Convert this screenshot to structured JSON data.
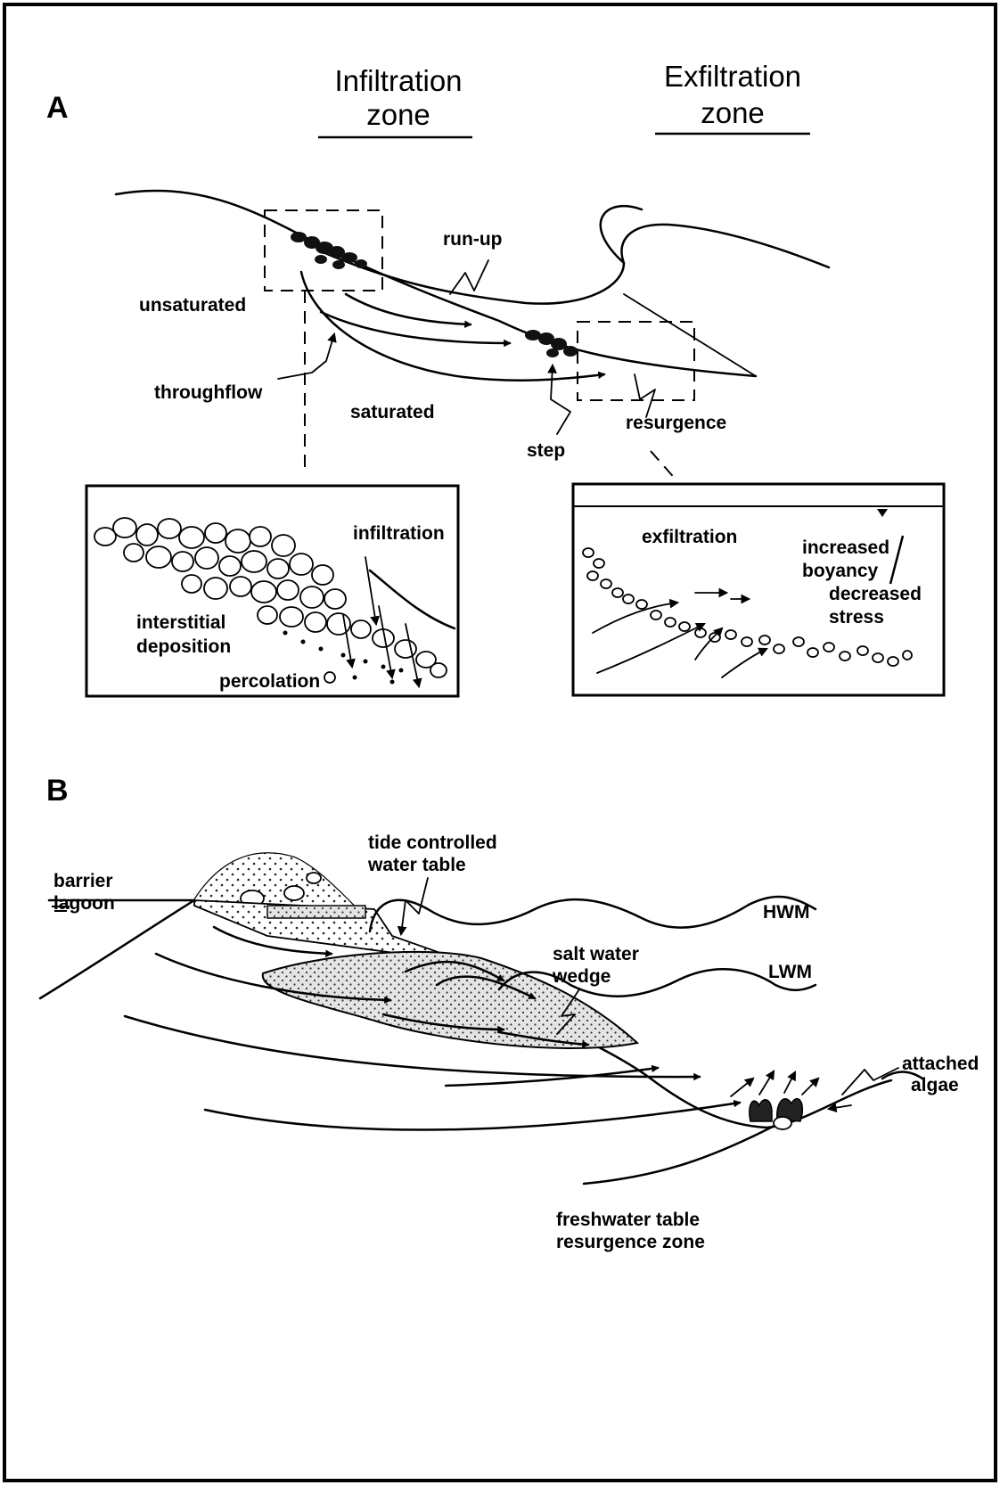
{
  "panel_a": {
    "letter": "A",
    "infiltration_heading": [
      "Infiltration",
      "zone"
    ],
    "exfiltration_heading": [
      "Exfiltration",
      "zone"
    ],
    "labels": {
      "run_up": "run-up",
      "unsaturated": "unsaturated",
      "throughflow": "throughflow",
      "saturated": "saturated",
      "step": "step",
      "resurgence": "resurgence"
    },
    "inset_left": {
      "infiltration": "infiltration",
      "interstitial_deposition": [
        "interstitial",
        "deposition"
      ],
      "percolation": "percolation"
    },
    "inset_right": {
      "exfiltration": "exfiltration",
      "increased_boyancy": [
        "increased",
        "boyancy"
      ],
      "decreased_stress": [
        "decreased",
        "stress"
      ]
    }
  },
  "panel_b": {
    "letter": "B",
    "labels": {
      "tide_controlled": [
        "tide controlled",
        "water table"
      ],
      "barrier_lagoon": [
        "barrier",
        "lagoon"
      ],
      "hwm": "HWM",
      "lwm": "LWM",
      "salt_water_wedge": [
        "salt water",
        "wedge"
      ],
      "attached_algae": [
        "attached",
        "algae"
      ],
      "freshwater": [
        "freshwater table",
        "resurgence zone"
      ]
    }
  }
}
